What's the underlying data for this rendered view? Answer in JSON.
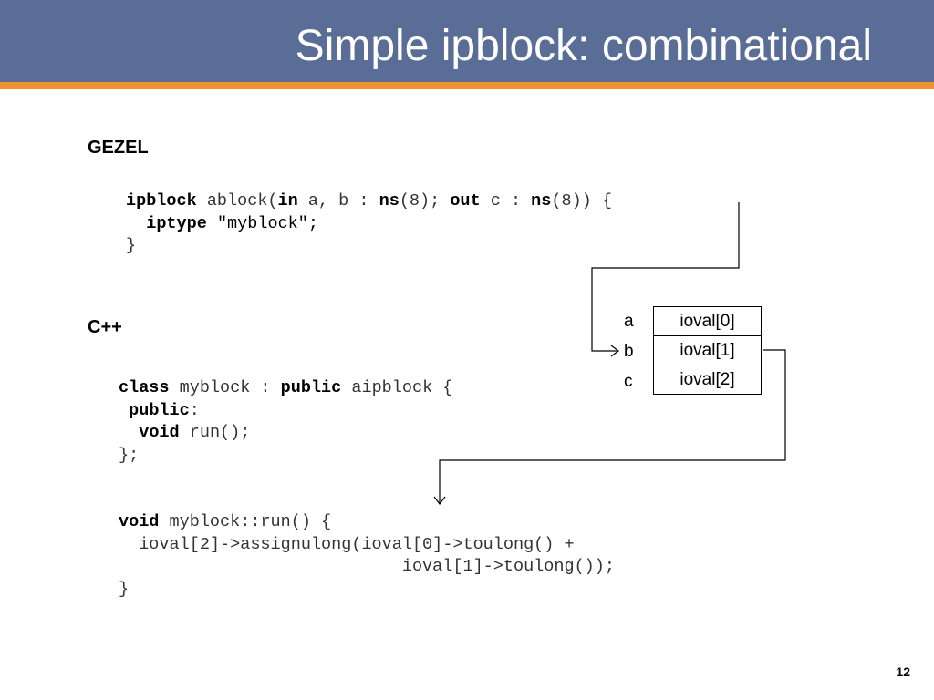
{
  "title": "Simple ipblock: combinational",
  "sections": {
    "gezel": "GEZEL",
    "cpp": "C++"
  },
  "gezel_code": {
    "line1": {
      "kw_ipblock": "ipblock",
      "t1": " ablock(",
      "kw_in": "in",
      "t2": " a, b : ",
      "kw_ns1": "ns",
      "t3": "(8); ",
      "kw_out": "out",
      "t4": " c : ",
      "kw_ns2": "ns",
      "t5": "(8)) {"
    },
    "line2": {
      "indent": "  ",
      "kw_iptype": "iptype",
      "t1": " ",
      "str": "\"myblock\";"
    },
    "line3": "}"
  },
  "cpp_class": {
    "line1": {
      "kw_class": "class",
      "t1": " myblock : ",
      "kw_public": "public",
      "t2": " aipblock {"
    },
    "line2": {
      "indent": " ",
      "kw_public": "public",
      "t1": ":"
    },
    "line3": {
      "indent": "  ",
      "kw_void": "void",
      "t1": " run();"
    },
    "line4": "};"
  },
  "cpp_run": {
    "line1": {
      "kw_void": "void",
      "t1": " myblock::run() {"
    },
    "line2": "  ioval[2]->assignulong(ioval[0]->toulong() +",
    "line3": "                            ioval[1]->toulong());",
    "line4": "}"
  },
  "ports": [
    {
      "label": "a",
      "cell": "ioval[0]"
    },
    {
      "label": "b",
      "cell": "ioval[1]"
    },
    {
      "label": "c",
      "cell": "ioval[2]"
    }
  ],
  "page_number": "12",
  "colors": {
    "title_bar": "#5a6d96",
    "accent_stripe": "#f0922e"
  }
}
